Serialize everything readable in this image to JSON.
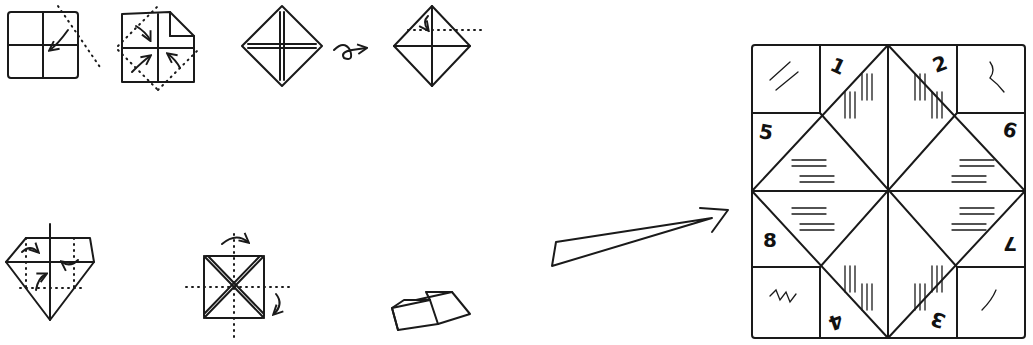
{
  "diagram": {
    "labels": [
      "1",
      "2",
      "5",
      "6",
      "8",
      "7",
      "4",
      "3"
    ]
  }
}
